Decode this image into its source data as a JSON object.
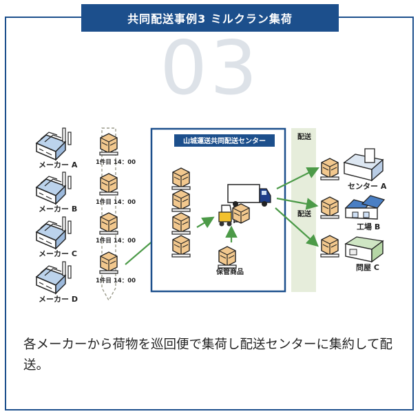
{
  "header": {
    "title": "共同配送事例3 ミルクラン集荷"
  },
  "number": "03",
  "diagram": {
    "makers": [
      {
        "label": "メーカー A",
        "time": "1件目 14：00"
      },
      {
        "label": "メーカー B",
        "time": "1件目 14：00"
      },
      {
        "label": "メーカー C",
        "time": "1件目 14：00"
      },
      {
        "label": "メーカー D",
        "time": "1件目 14：00"
      }
    ],
    "center_label": "山城運送共同配送センター",
    "storage_label": "保管商品",
    "delivery_label": "配送",
    "destinations": [
      {
        "label": "センター A"
      },
      {
        "label": "工場 B"
      },
      {
        "label": "問屋 C"
      }
    ]
  },
  "description": "各メーカーから荷物を巡回便で集荷し配送センターに集約して配送。",
  "colors": {
    "brand": "#1c4f8c",
    "arrow": "#4c9a48",
    "lane": "#e6eddb",
    "box": "#f0c48a",
    "truck": "#1f3f8a"
  }
}
